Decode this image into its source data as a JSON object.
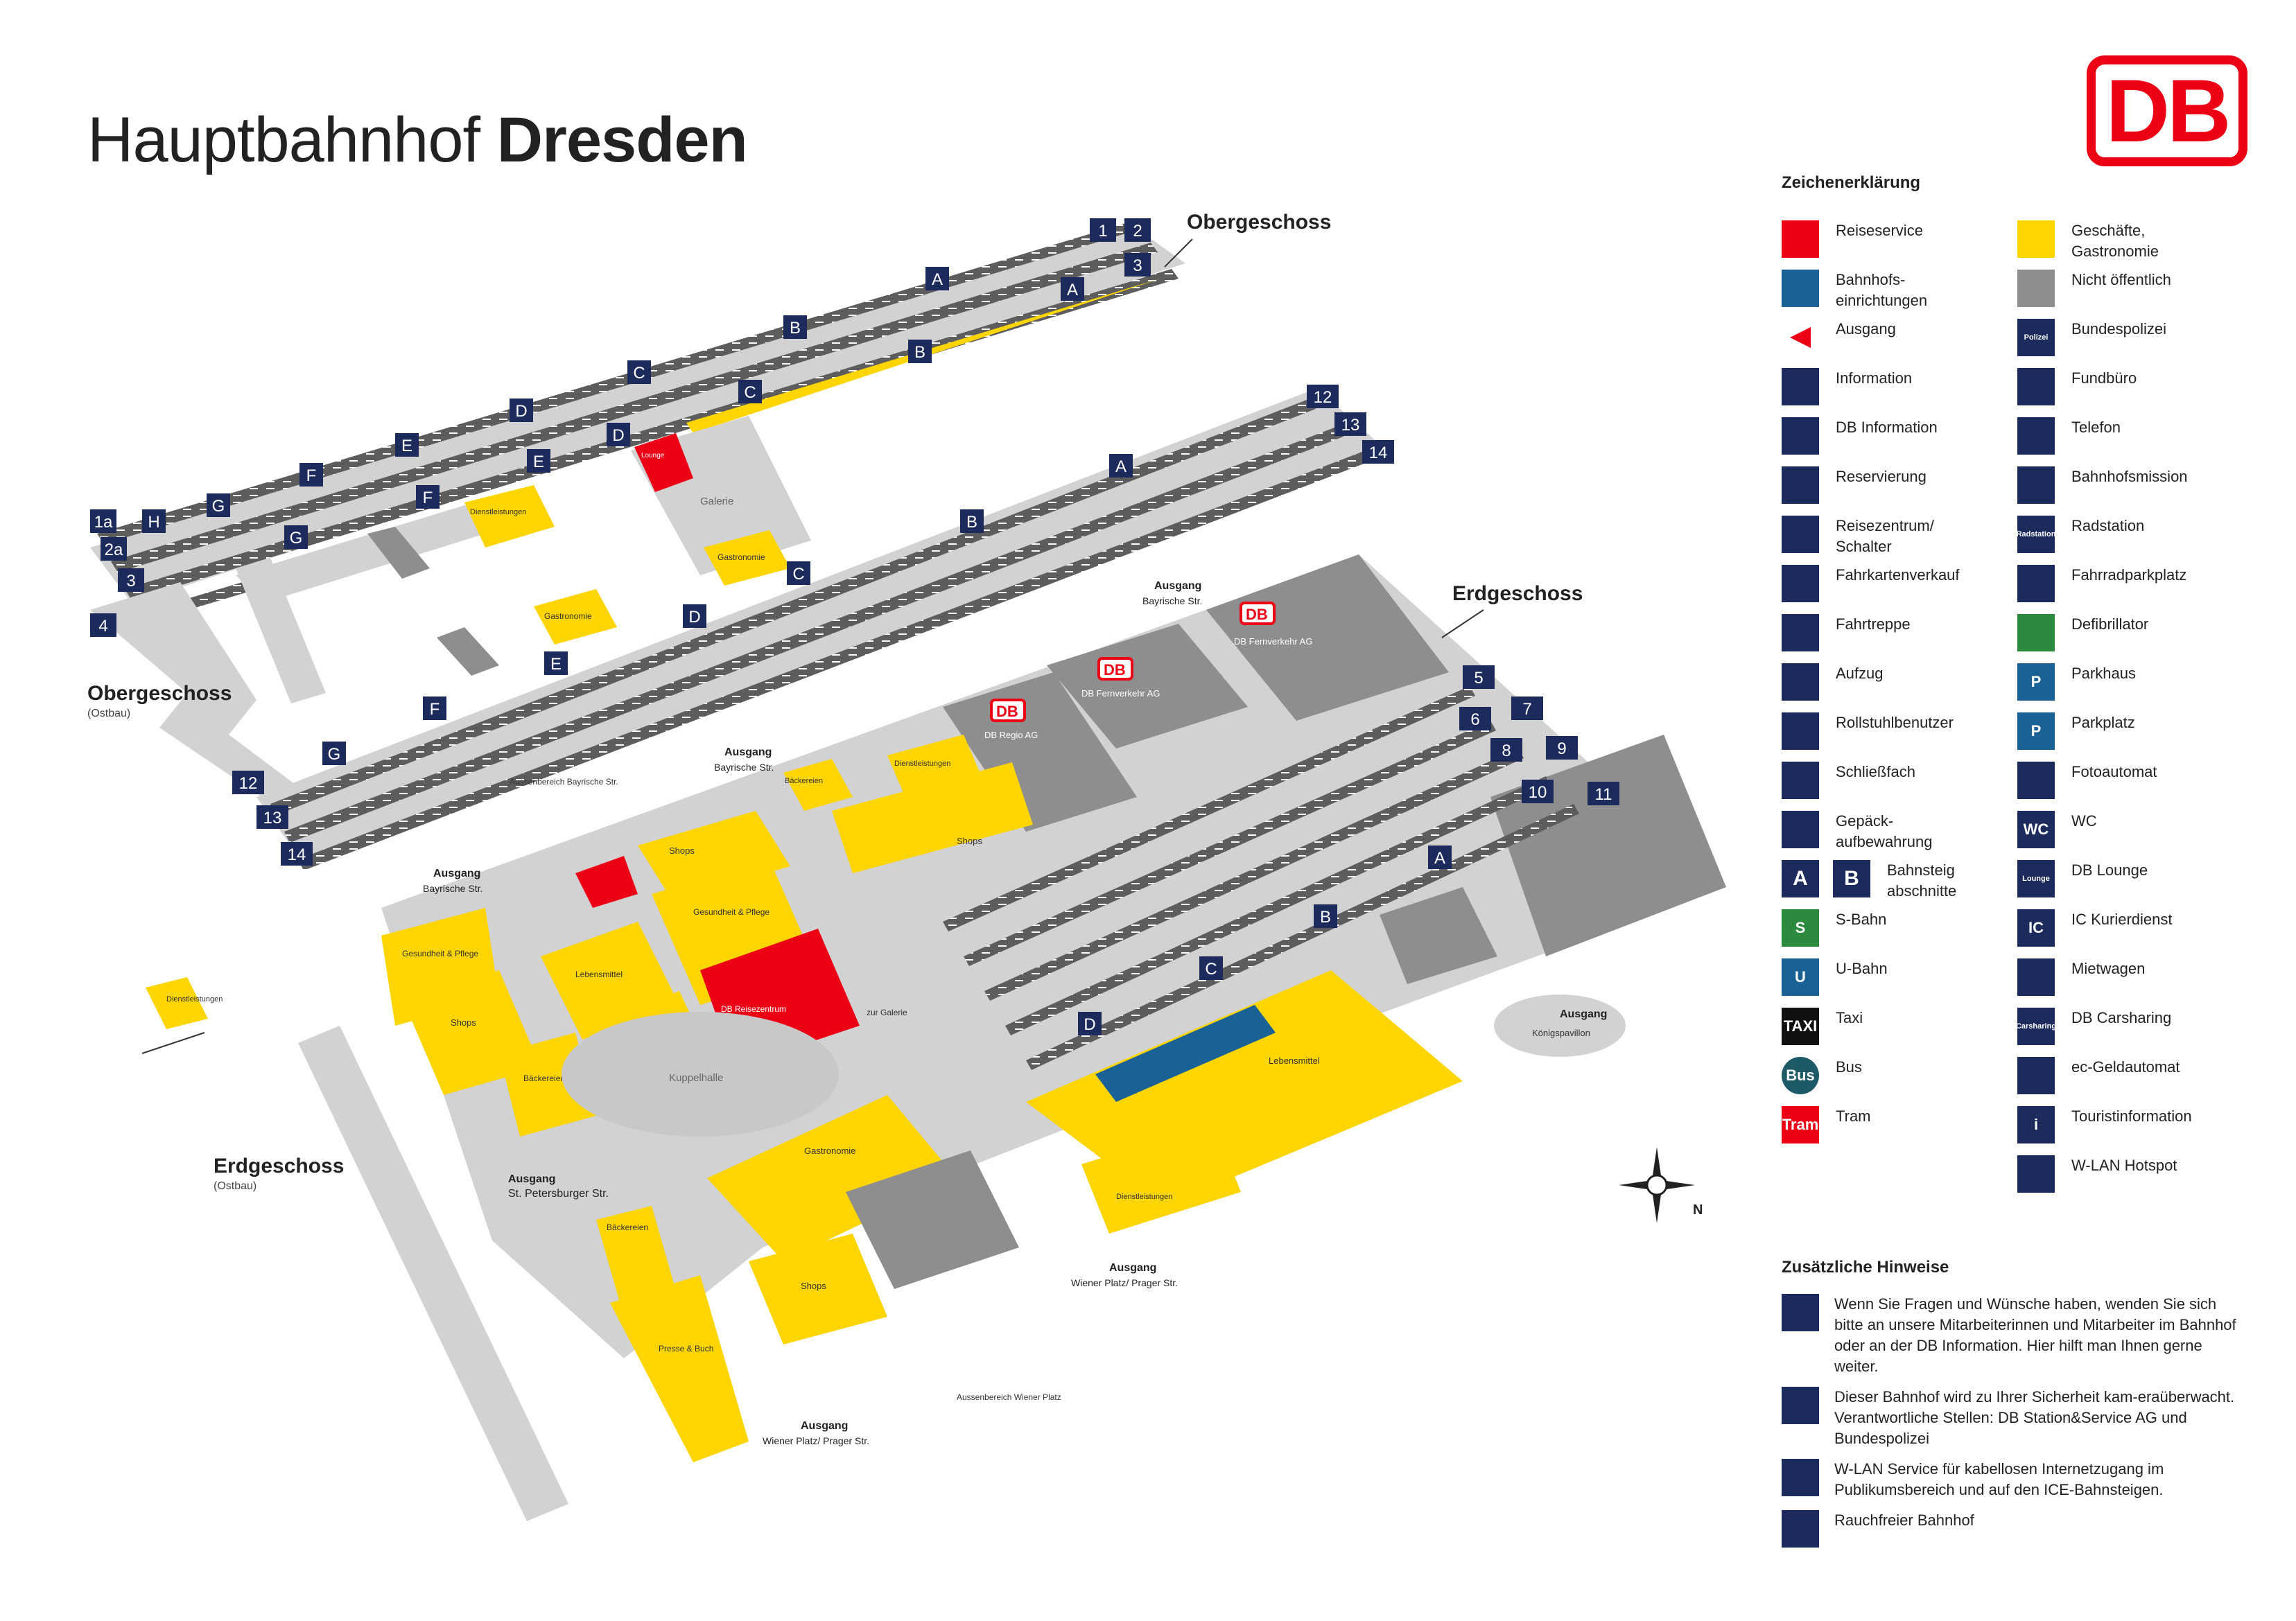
{
  "page": {
    "title_light": "Hauptbahnhof",
    "title_bold": "Dresden",
    "logo": "DB",
    "brand_red": "#ec0016"
  },
  "map": {
    "levels": {
      "upper": "Obergeschoss",
      "upper_ost": "Obergeschoss",
      "ost_sub": "(Ostbau)",
      "ground": "Erdgeschoss",
      "ground_ost": "Erdgeschoss",
      "ground_ost_sub": "(Ostbau)"
    },
    "platforms": {
      "upper_north": [
        "1",
        "2",
        "3"
      ],
      "upper_west": [
        "1a",
        "2a",
        "3",
        "4"
      ],
      "upper_east": [
        "12",
        "13",
        "14"
      ],
      "upper_east_west": [
        "12",
        "13",
        "14"
      ],
      "ground": [
        "5",
        "6",
        "7",
        "8",
        "9",
        "10",
        "11"
      ]
    },
    "sections": [
      "A",
      "B",
      "C",
      "D",
      "E",
      "F",
      "G",
      "H"
    ],
    "areas": {
      "galerie": "Galerie",
      "kuppelhalle": "Kuppelhalle",
      "zur_galerie": "zur Galerie",
      "koenigspavillon": "Königspavillon",
      "db_regio": "DB Regio AG",
      "db_fern1": "DB Fernverkehr AG",
      "db_fern2": "DB Fernverkehr AG",
      "reisezentrum": "DB Reisezentrum",
      "lounge": "Lounge",
      "gastronomie": "Gastronomie",
      "dienstleistungen": "Dienstleistungen",
      "shops": "Shops",
      "baeckereien": "Bäckereien",
      "lebensmittel": "Lebensmittel",
      "gesundheit": "Gesundheit & Pflege",
      "presse": "Presse & Buch",
      "aussen_bay": "Aussenbereich Bayrische Str.",
      "aussen_wien": "Aussenbereich Wiener Platz"
    },
    "exits": {
      "label": "Ausgang",
      "bay": "Bayrische Str.",
      "peter": "St. Petersburger Str.",
      "wien": "Wiener Platz/ Prager Str.",
      "koenig": "Königspavillon"
    },
    "compass": "N",
    "colors": {
      "red": "#ec0016",
      "blue": "#1a6196",
      "yellow": "#ffd500",
      "grey": "#8e8e8e",
      "light": "#d2d2d2",
      "navy": "#1c2a5c"
    }
  },
  "legend": {
    "heading": "Zeichenerklärung",
    "items": [
      {
        "label": "Reiseservice",
        "icon": "red-square"
      },
      {
        "label": "Bahnhofs-\neinrichtungen",
        "icon": "blue-square"
      },
      {
        "label": "Ausgang",
        "icon": "exit-triangle"
      },
      {
        "label": "Information",
        "icon": "info"
      },
      {
        "label": "DB Information",
        "icon": "db-info"
      },
      {
        "label": "Reservierung",
        "icon": "reservation"
      },
      {
        "label": "Reisezentrum/\nSchalter",
        "icon": "travel-centre"
      },
      {
        "label": "Fahrkartenverkauf",
        "icon": "ticket"
      },
      {
        "label": "Fahrtreppe",
        "icon": "escalator"
      },
      {
        "label": "Aufzug",
        "icon": "elevator"
      },
      {
        "label": "Rollstuhlbenutzer",
        "icon": "wheelchair"
      },
      {
        "label": "Schließfach",
        "icon": "locker"
      },
      {
        "label": "Gepäck-\naufbewahrung",
        "icon": "luggage"
      },
      {
        "label": "Bahnsteig\nabschnitte",
        "icon": "sections",
        "tag_a": "A",
        "tag_b": "B"
      },
      {
        "label": "S-Bahn",
        "icon": "sbahn",
        "tag": "S"
      },
      {
        "label": "U-Bahn",
        "icon": "ubahn",
        "tag": "U"
      },
      {
        "label": "Taxi",
        "icon": "taxi",
        "tag": "TAXI"
      },
      {
        "label": "Bus",
        "icon": "bus",
        "tag": "Bus"
      },
      {
        "label": "Tram",
        "icon": "tram",
        "tag": "Tram"
      },
      {
        "label": "Geschäfte,\nGastronomie",
        "icon": "yellow-square"
      },
      {
        "label": "Nicht öffentlich",
        "icon": "grey-square"
      },
      {
        "label": "Bundespolizei",
        "icon": "police",
        "tag": "Polizei"
      },
      {
        "label": "Fundbüro",
        "icon": "lost-found"
      },
      {
        "label": "Telefon",
        "icon": "phone"
      },
      {
        "label": "Bahnhofsmission",
        "icon": "mission"
      },
      {
        "label": "Radstation",
        "icon": "bike-station",
        "tag": "Radstation"
      },
      {
        "label": "Fahrradparkplatz",
        "icon": "bike-parking"
      },
      {
        "label": "Defibrillator",
        "icon": "defibrillator"
      },
      {
        "label": "Parkhaus",
        "icon": "parkhaus",
        "tag": "P"
      },
      {
        "label": "Parkplatz",
        "icon": "parkplatz",
        "tag": "P"
      },
      {
        "label": "Fotoautomat",
        "icon": "photo"
      },
      {
        "label": "WC",
        "icon": "wc",
        "tag": "WC"
      },
      {
        "label": "DB Lounge",
        "icon": "lounge",
        "tag": "Lounge"
      },
      {
        "label": "IC Kurierdienst",
        "icon": "ic-courier",
        "tag": "IC"
      },
      {
        "label": "Mietwagen",
        "icon": "rental-car"
      },
      {
        "label": "DB Carsharing",
        "icon": "carsharing",
        "tag": "Carsharing"
      },
      {
        "label": "ec-Geldautomat",
        "icon": "ec-atm"
      },
      {
        "label": "Touristinformation",
        "icon": "tourist-info",
        "tag": "i"
      },
      {
        "label": "W-LAN Hotspot",
        "icon": "wifi"
      }
    ]
  },
  "notes": {
    "heading": "Zusätzliche Hinweise",
    "items": [
      {
        "icon": "db-info",
        "text": "Wenn Sie Fragen und Wünsche haben, wenden Sie sich bitte an unsere Mitarbeiterinnen und Mitarbeiter im Bahnhof oder an der DB Information. Hier hilft man Ihnen gerne weiter."
      },
      {
        "icon": "camera",
        "text": "Dieser Bahnhof wird zu Ihrer Sicherheit kam-eraüberwacht. Verantwortliche Stellen: DB Station&Service AG und Bundespolizei"
      },
      {
        "icon": "wifi",
        "text": "W-LAN Service für kabellosen Internetzugang im Publikumsbereich und auf den ICE-Bahnsteigen."
      },
      {
        "icon": "no-smoking",
        "text": "Rauchfreier Bahnhof"
      }
    ]
  }
}
